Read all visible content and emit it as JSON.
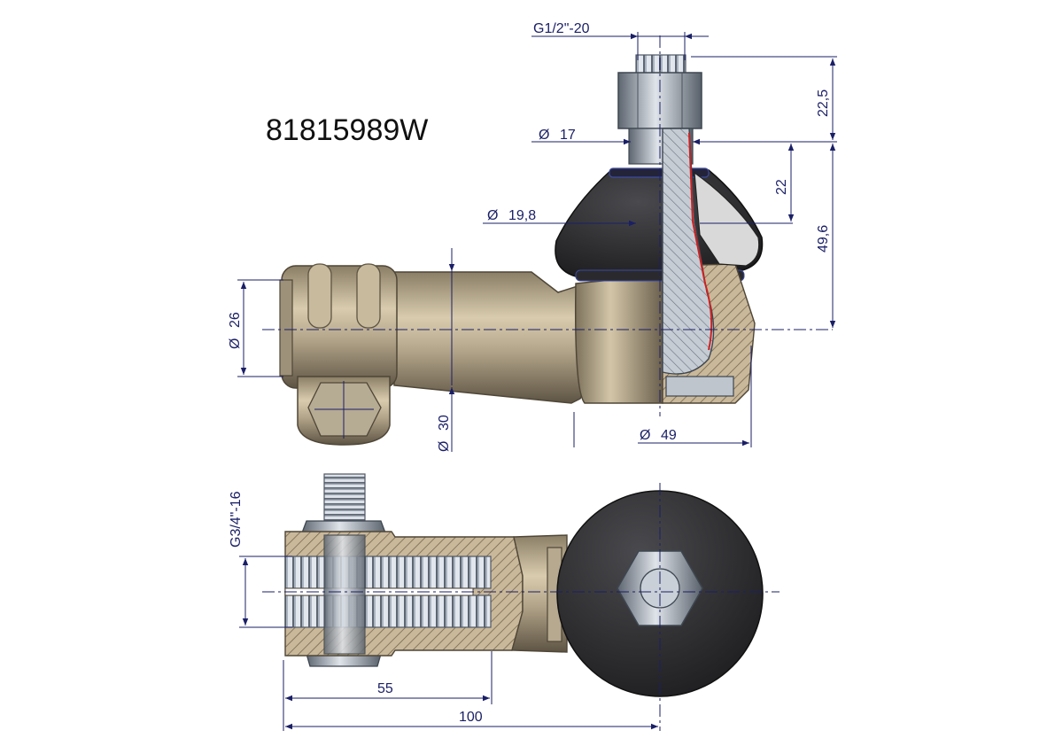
{
  "part_number": "81815989W",
  "dimensions": {
    "g_half_thread": "G1/2\"-20",
    "d17": "17",
    "d19_8": "19,8",
    "d26": "26",
    "d30": "30",
    "d49": "49",
    "h22_5": "22,5",
    "h22": "22",
    "h49_6": "49,6",
    "g_three_quarter_thread": "G3/4\"-16",
    "l55": "55",
    "l100": "100"
  },
  "diameter_symbol": "Ø",
  "colors": {
    "dimension_line": "#1a1f66",
    "metal": "#b3a58a",
    "metal_dark": "#6e6350",
    "rubber_boot": "#2b2b2d",
    "steel": "#9aa2ad",
    "hatch": "#7a6a52",
    "section_red": "#cc2222"
  }
}
